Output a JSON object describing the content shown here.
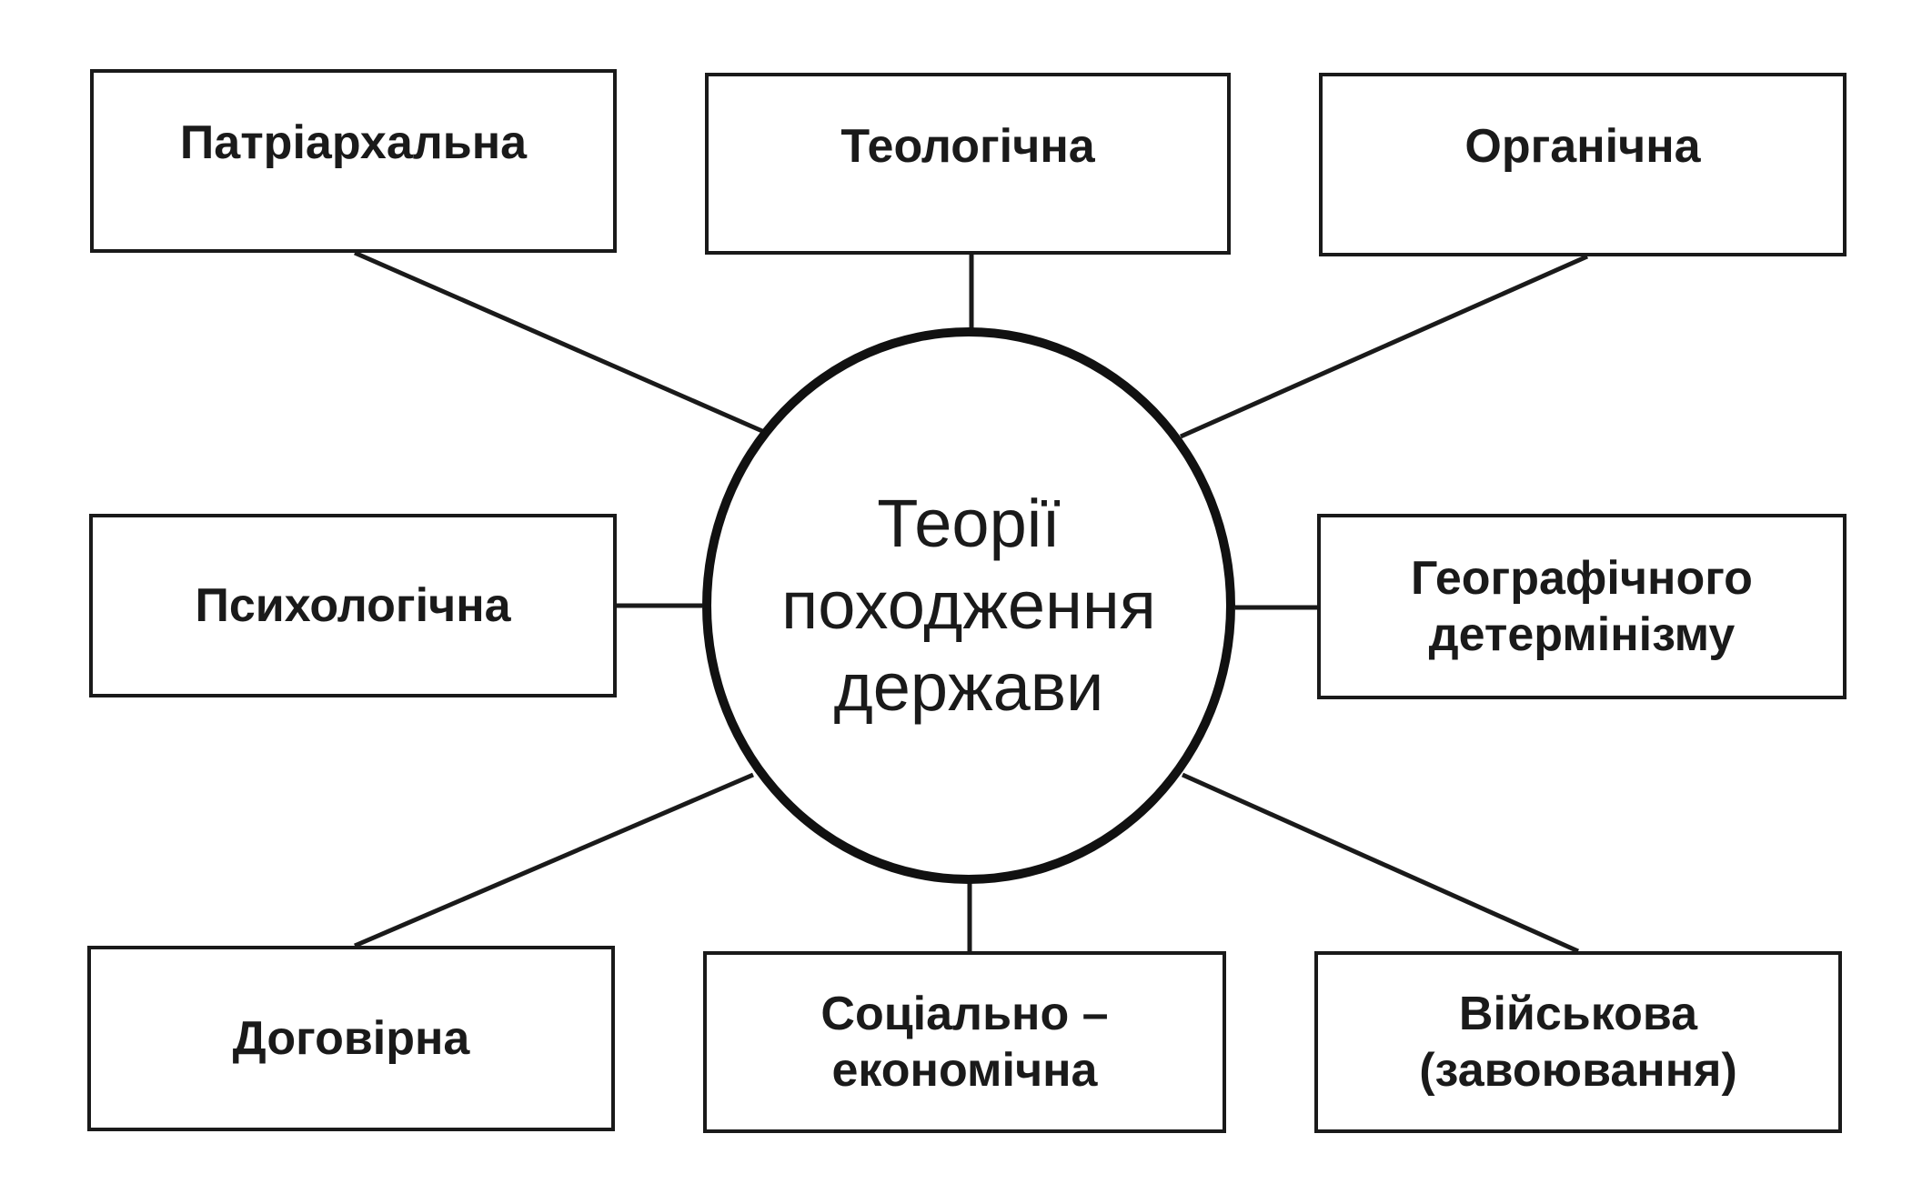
{
  "center": {
    "lines": [
      "Теорії",
      "походження",
      "держави"
    ]
  },
  "theories": {
    "patriarchal": [
      "Патріархальна"
    ],
    "theological": [
      "Теологічна"
    ],
    "organic": [
      "Органічна"
    ],
    "psychological": [
      "Психологічна"
    ],
    "geographic": [
      "Географічного",
      "детермінізму"
    ],
    "contractual": [
      "Договірна"
    ],
    "socioeconomic": [
      "Соціально –",
      "економічна"
    ],
    "military": [
      "Військова",
      "(завоювання)"
    ]
  },
  "colors": {
    "line": "#1a1a1a",
    "background": "#ffffff"
  }
}
